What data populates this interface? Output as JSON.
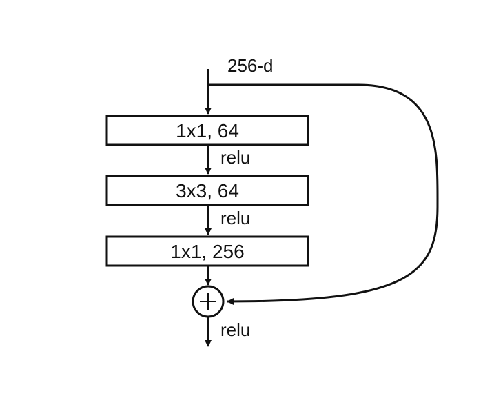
{
  "diagram": {
    "input_label": "256-d",
    "layers": [
      {
        "label": "1x1, 64"
      },
      {
        "label": "3x3, 64"
      },
      {
        "label": "1x1, 256"
      }
    ],
    "activations": [
      "relu",
      "relu",
      "relu"
    ],
    "add_symbol": "+"
  },
  "colors": {
    "stroke": "#111111",
    "background": "#ffffff"
  }
}
